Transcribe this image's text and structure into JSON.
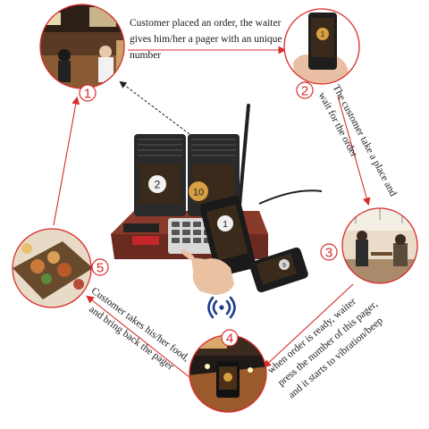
{
  "steps": [
    {
      "number": "1",
      "caption_lines": [
        "Customer placed an order, the waiter",
        "gives him/her a pager with an unique",
        "number"
      ]
    },
    {
      "number": "2",
      "caption_lines": [
        "The customer  take a place and",
        "wait for the order"
      ]
    },
    {
      "number": "3",
      "caption_lines": [
        "when order is ready, waiter",
        "press the number of this pager,",
        "and it starts to vibration/beep"
      ]
    },
    {
      "number": "4",
      "caption_lines": []
    },
    {
      "number": "5",
      "caption_lines": [
        "Customer takes his/her food,",
        "and bring back the pager"
      ]
    }
  ],
  "pagers": {
    "left_stack": "2",
    "right_stack": "10",
    "held": "1",
    "lying": "9"
  },
  "colors": {
    "accent_red": "#d92b2b",
    "device_dark": "#1f1f1f",
    "device_wood": "#6b2a20",
    "signal_blue": "#1d3f8a"
  },
  "icons": [
    "wireless-signal-icon",
    "hand-pointer-icon"
  ]
}
